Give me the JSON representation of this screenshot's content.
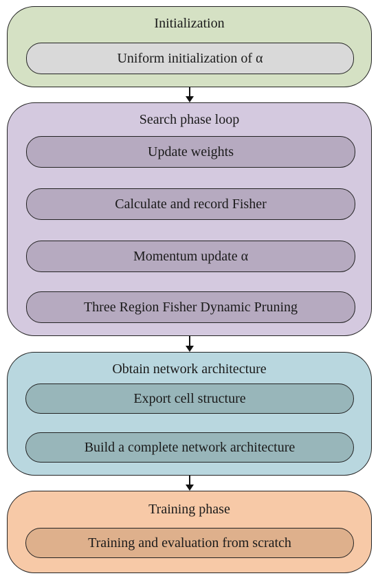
{
  "colors": {
    "init_group": "#d5e1c4",
    "init_step": "#d9d9d9",
    "search_group": "#d4c9df",
    "search_step": "#b6aac0",
    "obtain_group": "#b9d7df",
    "obtain_step": "#98b6ba",
    "train_group": "#f7c9a7",
    "train_step": "#deb08c",
    "outline": "#222222"
  },
  "groups": [
    {
      "title": "Initialization",
      "steps": [
        "Uniform initialization of  α"
      ]
    },
    {
      "title": "Search phase loop",
      "steps": [
        "Update weights",
        "Calculate and record Fisher",
        "Momentum update  α",
        "Three Region Fisher Dynamic Pruning"
      ]
    },
    {
      "title": "Obtain network architecture",
      "steps": [
        "Export cell structure",
        "Build a complete network architecture"
      ]
    },
    {
      "title": "Training phase",
      "steps": [
        "Training and evaluation from scratch"
      ]
    }
  ]
}
